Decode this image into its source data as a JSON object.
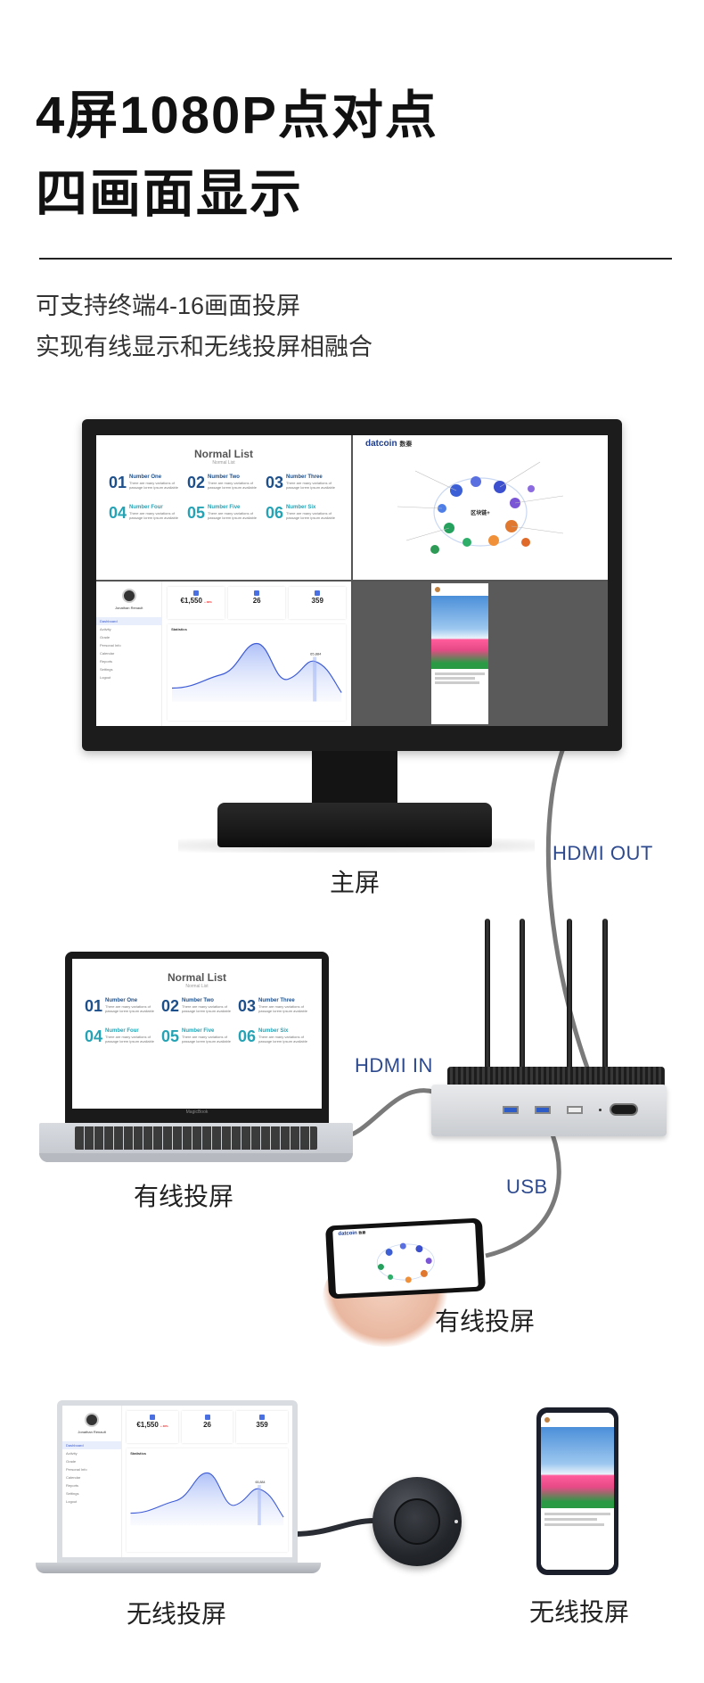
{
  "headline": {
    "line1": "4屏1080P点对点",
    "line2": "四画面显示"
  },
  "subtext": {
    "line1": "可支持终端4-16画面投屏",
    "line2": "实现有线显示和无线投屏相融合"
  },
  "labels": {
    "main_screen": "主屏",
    "wired_cast_laptop": "有线投屏",
    "wired_cast_phone": "有线投屏",
    "wireless_cast_laptop": "无线投屏",
    "wireless_cast_phone": "无线投屏"
  },
  "ports": {
    "hdmi_out": "HDMI OUT",
    "hdmi_in": "HDMI IN",
    "usb": "USB"
  },
  "normal_list": {
    "title": "Normal List",
    "subtitle": "Normal List",
    "items": [
      {
        "num": "01",
        "head": "Number One",
        "desc": "There are many variations of passage lorem ipsum available"
      },
      {
        "num": "02",
        "head": "Number Two",
        "desc": "There are many variations of passage lorem ipsum available"
      },
      {
        "num": "03",
        "head": "Number Three",
        "desc": "There are many variations of passage lorem ipsum available"
      },
      {
        "num": "04",
        "head": "Number Four",
        "desc": "There are many variations of passage lorem ipsum available"
      },
      {
        "num": "05",
        "head": "Number Five",
        "desc": "There are many variations of passage lorem ipsum available"
      },
      {
        "num": "06",
        "head": "Number Six",
        "desc": "There are many variations of passage lorem ipsum available"
      }
    ]
  },
  "mindmap": {
    "logo": "datcoin",
    "logo_cn": "数秦",
    "center": "区块链+"
  },
  "dashboard": {
    "user": "Jonathan Renault",
    "menu": [
      "Dashboard",
      "Activity",
      "Grade",
      "Personal Info",
      "Calendar",
      "Reports",
      "Settings",
      "Logout"
    ],
    "cards": [
      {
        "value": "€1,550",
        "badge": "+ 38%"
      },
      {
        "value": "26"
      },
      {
        "value": "359"
      }
    ],
    "stats_title": "Statistics",
    "peak_label": "65,884"
  },
  "laptop_brand": "MagicBook",
  "colors": {
    "tag_blue": "#2e4a8f",
    "list_blue": "#1d4f8a",
    "list_teal": "#25a3b5",
    "usb_blue": "#2d5cc9"
  }
}
